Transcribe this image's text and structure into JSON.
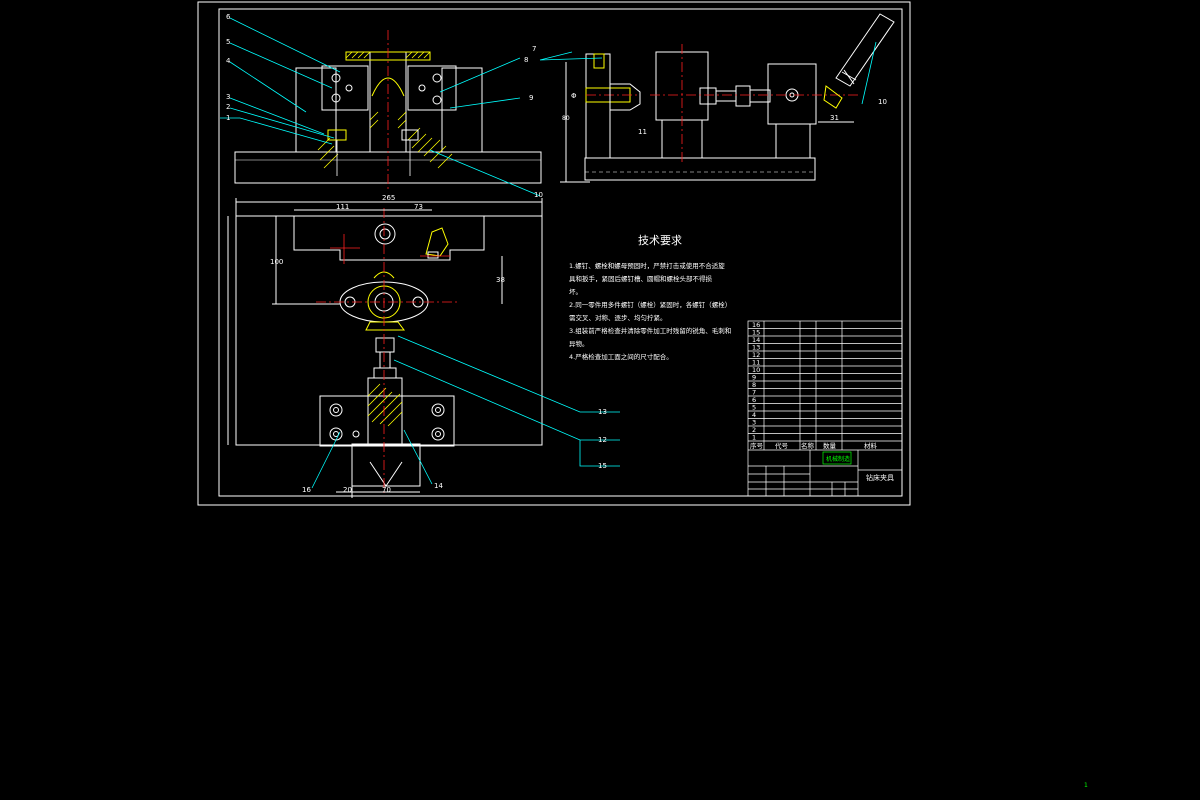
{
  "drawing": {
    "tech_req": {
      "title": "技术要求",
      "lines": [
        "1.螺钉、螺栓和螺母预固时，严禁打击或使用不合适旋",
        "具和扳手，紧固后螺钉槽、圆帽和螺栓头部不得损",
        "坏。",
        "2.同一零件用多件螺钉（螺栓）紧固时，各螺钉（螺栓）",
        "需交叉、对称、逐步、均匀拧紧。",
        "3.组装前严格检查并清除零件加工时残留的锐角、毛刺和",
        "异物。",
        "4.严格检查加工面之间的尺寸配合。"
      ]
    },
    "dimensions": {
      "overall_width": "265",
      "left_offset": "111",
      "right_offset": "73",
      "height_left": "100",
      "height_right": "38",
      "bottom_a": "20",
      "bottom_b": "70",
      "side_31": "31",
      "side_phi": "Φ",
      "side_80": "80"
    },
    "balloons": [
      "1",
      "2",
      "3",
      "4",
      "5",
      "6",
      "7",
      "8",
      "9",
      "10",
      "11",
      "12",
      "13",
      "14",
      "15",
      "16"
    ],
    "title_block": {
      "drawing_name": "钻床夹具",
      "unit": "机械制造",
      "header_seq": "序号",
      "header_code": "代号",
      "header_name": "名称",
      "header_qty": "数量",
      "header_mat": "材料",
      "rows": [
        "16",
        "15",
        "14",
        "13",
        "12",
        "11",
        "10",
        "9",
        "8",
        "7",
        "6",
        "5",
        "4",
        "3",
        "2",
        "1"
      ]
    },
    "corner_mark": "1"
  },
  "colors": {
    "background": "#000000",
    "line": "#ffffff",
    "center": "#ff2020",
    "leader": "#00ffff",
    "hatch": "#ffff00",
    "accent_green": "#00ff00"
  }
}
